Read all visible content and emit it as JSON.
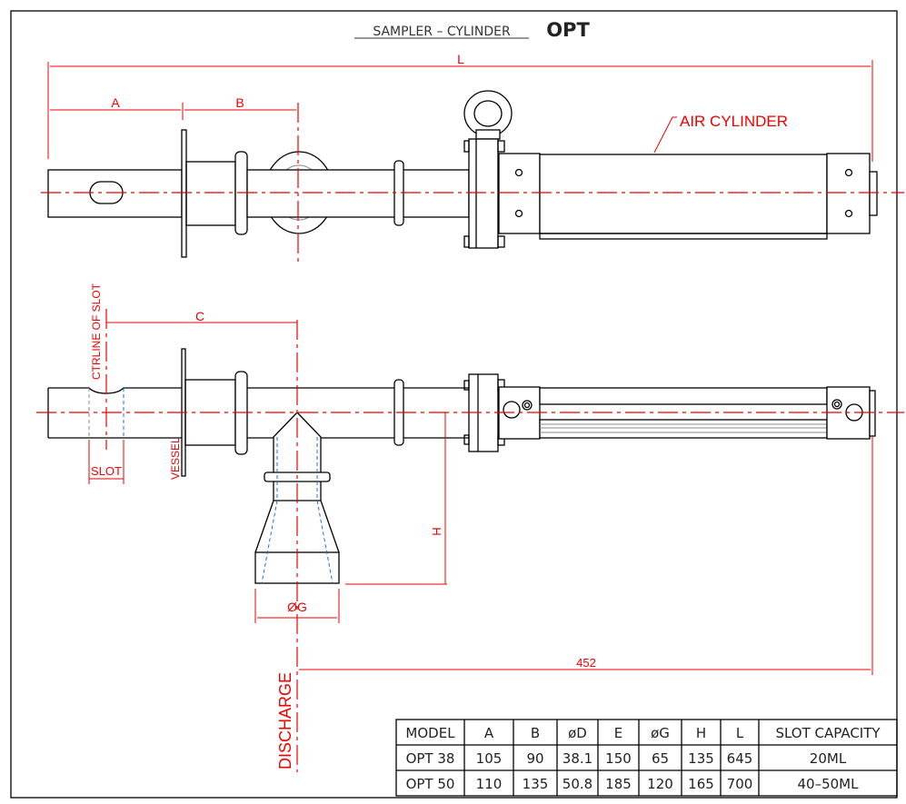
{
  "title": {
    "main": "SAMPLER  –  CYLINDER",
    "model": "OPT"
  },
  "labels": {
    "L": "L",
    "A": "A",
    "B": "B",
    "C": "C",
    "H": "H",
    "G": "ØG",
    "dim_452": "452",
    "air_cylinder": "AIR CYLINDER",
    "ctrline": "CTRLINE OF SLOT",
    "slot": "SLOT",
    "vessel": "VESSEL",
    "discharge": "DISCHARGE"
  },
  "table": {
    "headers": [
      "MODEL",
      "A",
      "B",
      "øD",
      "E",
      "øG",
      "H",
      "L",
      "SLOT  CAPACITY"
    ],
    "rows": [
      [
        "OPT  38",
        "105",
        "90",
        "38.1",
        "150",
        "65",
        "135",
        "645",
        "20ML"
      ],
      [
        "OPT  50",
        "110",
        "135",
        "50.8",
        "185",
        "120",
        "165",
        "700",
        "40–50ML"
      ]
    ]
  },
  "colors": {
    "dimension": "#e00000",
    "hidden": "#1a6fe0",
    "outline": "#000000"
  }
}
